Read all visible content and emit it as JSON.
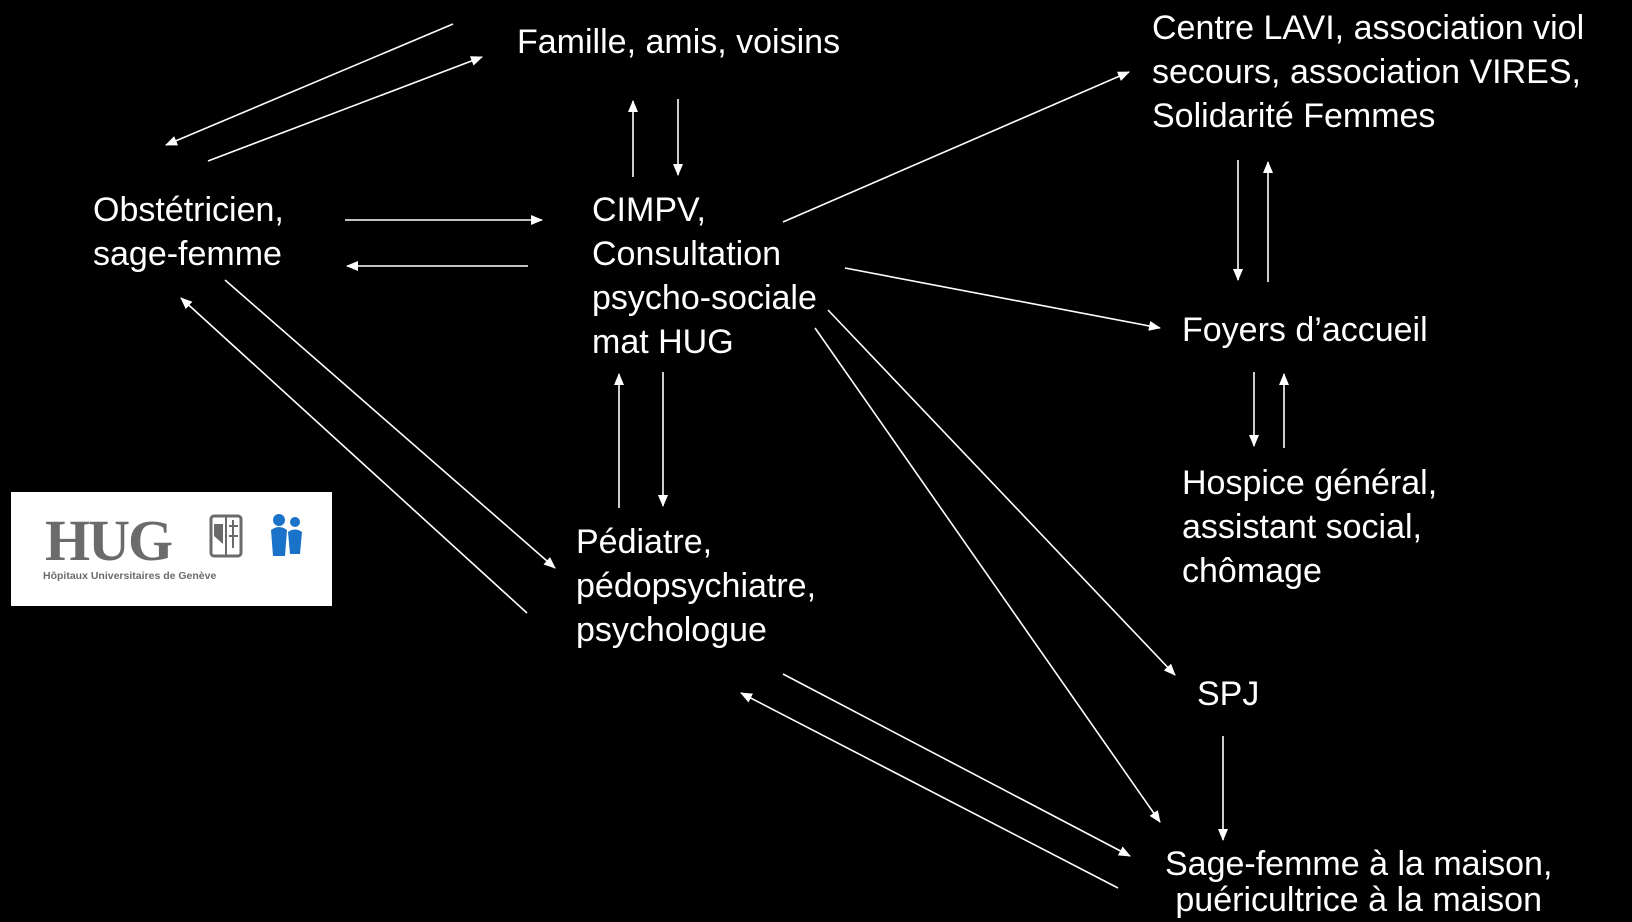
{
  "nodes": {
    "famille": [
      "Famille, amis, voisins"
    ],
    "lavi": [
      "Centre LAVI, association viol",
      "secours, association VIRES,",
      "Solidarité Femmes"
    ],
    "obstetricien": [
      "Obstétricien,",
      "sage-femme"
    ],
    "cimpv": [
      "CIMPV,",
      "Consultation",
      "psycho-sociale",
      "mat HUG"
    ],
    "foyers": [
      "Foyers d’accueil"
    ],
    "hospice": [
      "Hospice général,",
      "assistant social,",
      "chômage"
    ],
    "pediatre": [
      "Pédiatre,",
      "pédopsychiatre,",
      "psychologue"
    ],
    "spj": [
      "SPJ"
    ],
    "sagefemme": [
      "Sage-femme à la maison,",
      "puéricultrice à la maison"
    ]
  },
  "edges": [
    {
      "from": "famille",
      "to": "obstetricien"
    },
    {
      "from": "obstetricien",
      "to": "famille"
    },
    {
      "from": "cimpv",
      "to": "famille"
    },
    {
      "from": "famille",
      "to": "cimpv"
    },
    {
      "from": "obstetricien",
      "to": "cimpv"
    },
    {
      "from": "cimpv",
      "to": "obstetricien"
    },
    {
      "from": "cimpv",
      "to": "lavi"
    },
    {
      "from": "lavi",
      "to": "foyers"
    },
    {
      "from": "foyers",
      "to": "lavi"
    },
    {
      "from": "cimpv",
      "to": "foyers"
    },
    {
      "from": "foyers",
      "to": "hospice"
    },
    {
      "from": "hospice",
      "to": "foyers"
    },
    {
      "from": "cimpv",
      "to": "spj"
    },
    {
      "from": "cimpv",
      "to": "sagefemme"
    },
    {
      "from": "spj",
      "to": "sagefemme"
    },
    {
      "from": "pediatre",
      "to": "cimpv"
    },
    {
      "from": "cimpv",
      "to": "pediatre"
    },
    {
      "from": "obstetricien",
      "to": "pediatre"
    },
    {
      "from": "pediatre",
      "to": "obstetricien"
    },
    {
      "from": "pediatre",
      "to": "sagefemme"
    },
    {
      "from": "sagefemme",
      "to": "pediatre"
    }
  ],
  "logo": {
    "text": "HUG",
    "caption": "Hôpitaux Universitaires de Genève",
    "text_color": "#6b6b6b",
    "icon_color": "#1a73c9"
  },
  "colors": {
    "background": "#000000",
    "foreground": "#ffffff"
  }
}
